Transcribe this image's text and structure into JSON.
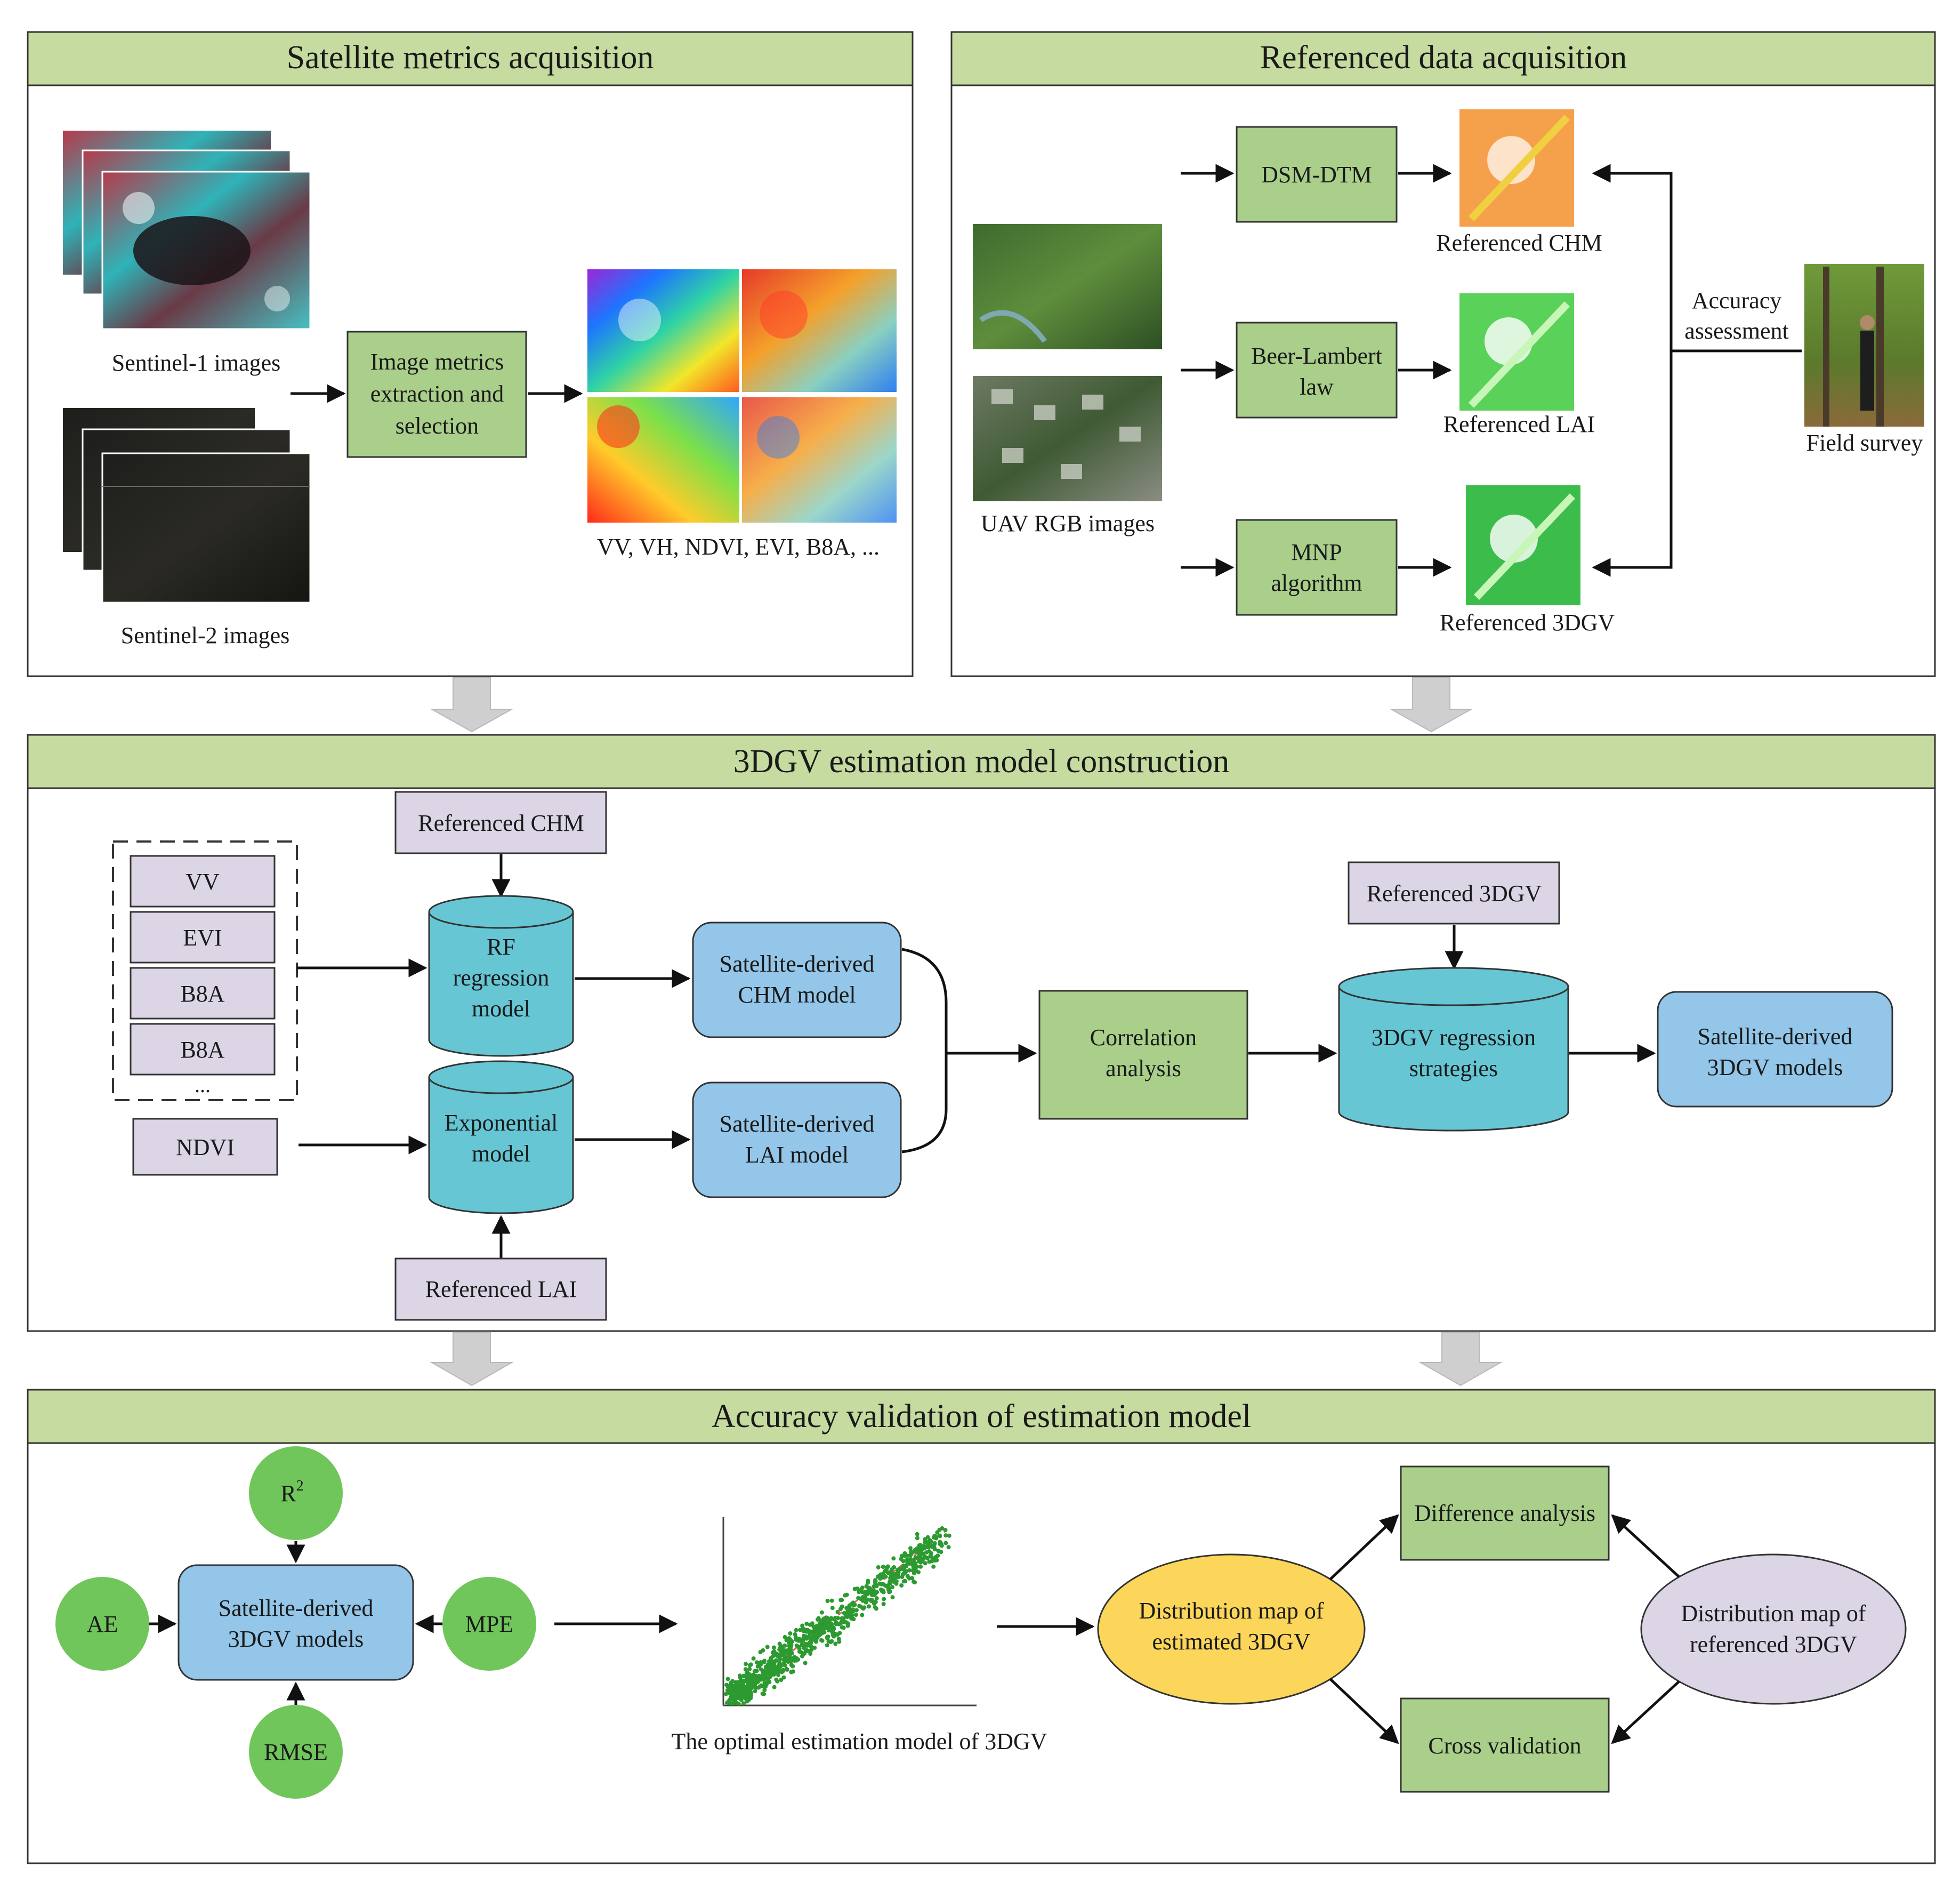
{
  "colors": {
    "header_green": "#c6dba0",
    "box_green": "#a9cf8a",
    "purple": "#dcd5e6",
    "cyan": "#66c6d4",
    "blue": "#93c6e8",
    "circle_green": "#70c65a",
    "yellow": "#fbd65a",
    "gray_arrow": "#cfcfcf"
  },
  "sections": {
    "satellite": {
      "title": "Satellite metrics acquisition",
      "s1_label": "Sentinel-1 images",
      "s2_label": "Sentinel-2 images",
      "process_lines": [
        "Image metrics",
        "extraction and",
        "selection"
      ],
      "metrics_label": "VV, VH, NDVI, EVI, B8A, ..."
    },
    "referenced": {
      "title": "Referenced data acquisition",
      "uav_label": "UAV RGB images",
      "dsm_label": "DSM-DTM",
      "beer_lines": [
        "Beer-Lambert",
        "law"
      ],
      "mnp_lines": [
        "MNP",
        "algorithm"
      ],
      "ref_chm": "Referenced CHM",
      "ref_lai": "Referenced LAI",
      "ref_3dgv": "Referenced 3DGV",
      "accuracy_lines": [
        "Accuracy",
        "assessment"
      ],
      "field_survey": "Field survey"
    },
    "construction": {
      "title": "3DGV estimation model construction",
      "ref_chm": "Referenced CHM",
      "ref_lai": "Referenced LAI",
      "ref_3dgv": "Referenced 3DGV",
      "inputs": [
        "VV",
        "EVI",
        "B8A",
        "B8A"
      ],
      "ellipsis": "...",
      "ndvi": "NDVI",
      "rf_lines": [
        "RF",
        "regression",
        "model"
      ],
      "exp_lines": [
        "Exponential",
        "model"
      ],
      "sat_chm_lines": [
        "Satellite-derived",
        "CHM model"
      ],
      "sat_lai_lines": [
        "Satellite-derived",
        "LAI model"
      ],
      "corr_lines": [
        "Correlation",
        "analysis"
      ],
      "strat_lines": [
        "3DGV regression",
        "strategies"
      ],
      "sat_3dgv_lines": [
        "Satellite-derived",
        "3DGV models"
      ]
    },
    "validation": {
      "title": "Accuracy validation of estimation model",
      "r2": "R",
      "r2_sup": "2",
      "ae": "AE",
      "mpe": "MPE",
      "rmse": "RMSE",
      "center_lines": [
        "Satellite-derived",
        "3DGV models"
      ],
      "scatter_caption": "The optimal estimation model of 3DGV",
      "est_map_lines": [
        "Distribution map of",
        "estimated 3DGV"
      ],
      "ref_map_lines": [
        "Distribution map of",
        "referenced 3DGV"
      ],
      "diff": "Difference analysis",
      "cross": "Cross validation"
    }
  }
}
